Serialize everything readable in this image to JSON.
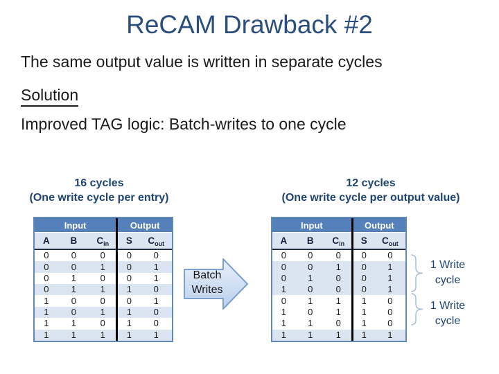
{
  "slide": {
    "title": "ReCAM Drawback #2",
    "body_line1": "The same output value is written in separate cycles",
    "solution_heading": "Solution",
    "body_line2": "Improved TAG logic: Batch-writes to one cycle"
  },
  "colors": {
    "title_blue": "#2A4E7E",
    "caption_blue": "#1F4471",
    "table_header_blue": "#5580B9",
    "row_stripe_blue": "#DBE5F1",
    "table_border_blue": "#6288B6",
    "divider_black": "#000000",
    "arrow_border_blue": "#7DA0CE",
    "arrow_fill_light": "#E9F0FA",
    "arrow_fill_dark": "#BACFEC",
    "brace_blue": "#A9BDD6"
  },
  "left_caption": {
    "line1": "16 cycles",
    "line2": "(One write cycle per entry)"
  },
  "right_caption": {
    "line1": "12 cycles",
    "line2": "(One write cycle per output value)"
  },
  "arrow": {
    "line1": "Batch",
    "line2": "Writes"
  },
  "annotations": [
    {
      "line1": "1 Write",
      "line2": "cycle"
    },
    {
      "line1": "1 Write",
      "line2": "cycle"
    }
  ],
  "tables": {
    "left": {
      "group_headers": [
        "Input",
        "Output"
      ],
      "columns": [
        {
          "label": "A"
        },
        {
          "label": "B"
        },
        {
          "label": "C",
          "sub": "in"
        },
        {
          "label": "S"
        },
        {
          "label": "C",
          "sub": "out"
        }
      ],
      "rows": [
        [
          "0",
          "0",
          "0",
          "0",
          "0"
        ],
        [
          "0",
          "0",
          "1",
          "0",
          "1"
        ],
        [
          "0",
          "1",
          "0",
          "0",
          "1"
        ],
        [
          "0",
          "1",
          "1",
          "1",
          "0"
        ],
        [
          "1",
          "0",
          "0",
          "0",
          "1"
        ],
        [
          "1",
          "0",
          "1",
          "1",
          "0"
        ],
        [
          "1",
          "1",
          "0",
          "1",
          "0"
        ],
        [
          "1",
          "1",
          "1",
          "1",
          "1"
        ]
      ],
      "shaded_rows": [
        1,
        3,
        5,
        7
      ]
    },
    "right": {
      "group_headers": [
        "Input",
        "Output"
      ],
      "columns": [
        {
          "label": "A"
        },
        {
          "label": "B"
        },
        {
          "label": "C",
          "sub": "in"
        },
        {
          "label": "S"
        },
        {
          "label": "C",
          "sub": "out"
        }
      ],
      "rows": [
        [
          "0",
          "0",
          "0",
          "0",
          "0"
        ],
        [
          "0",
          "0",
          "1",
          "0",
          "1"
        ],
        [
          "0",
          "1",
          "0",
          "0",
          "1"
        ],
        [
          "1",
          "0",
          "0",
          "0",
          "1"
        ],
        [
          "0",
          "1",
          "1",
          "1",
          "0"
        ],
        [
          "1",
          "0",
          "1",
          "1",
          "0"
        ],
        [
          "1",
          "1",
          "0",
          "1",
          "0"
        ],
        [
          "1",
          "1",
          "1",
          "1",
          "1"
        ]
      ],
      "shaded_rows": [
        1,
        2,
        3,
        7
      ]
    }
  }
}
